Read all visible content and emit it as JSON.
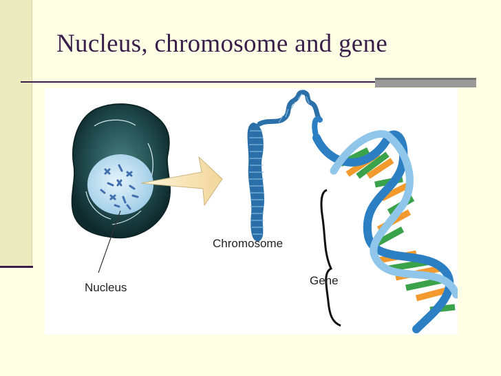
{
  "slide": {
    "title": "Nucleus, chromosome and gene"
  },
  "diagram": {
    "labels": {
      "nucleus": "Nucleus",
      "chromosome": "Chromosome",
      "gene": "Gene"
    },
    "colors": {
      "cell": "#1f4d4d",
      "nucleus": "#bfe0f2",
      "chromosome_strands": "#2a6fa8",
      "dna_backbone_outer": "#2b7fc2",
      "dna_backbone_inner": "#8fc6ea",
      "base_pair_green": "#3aa24a",
      "base_pair_orange": "#f29a2e",
      "arrow": "#f6e2b3"
    }
  }
}
